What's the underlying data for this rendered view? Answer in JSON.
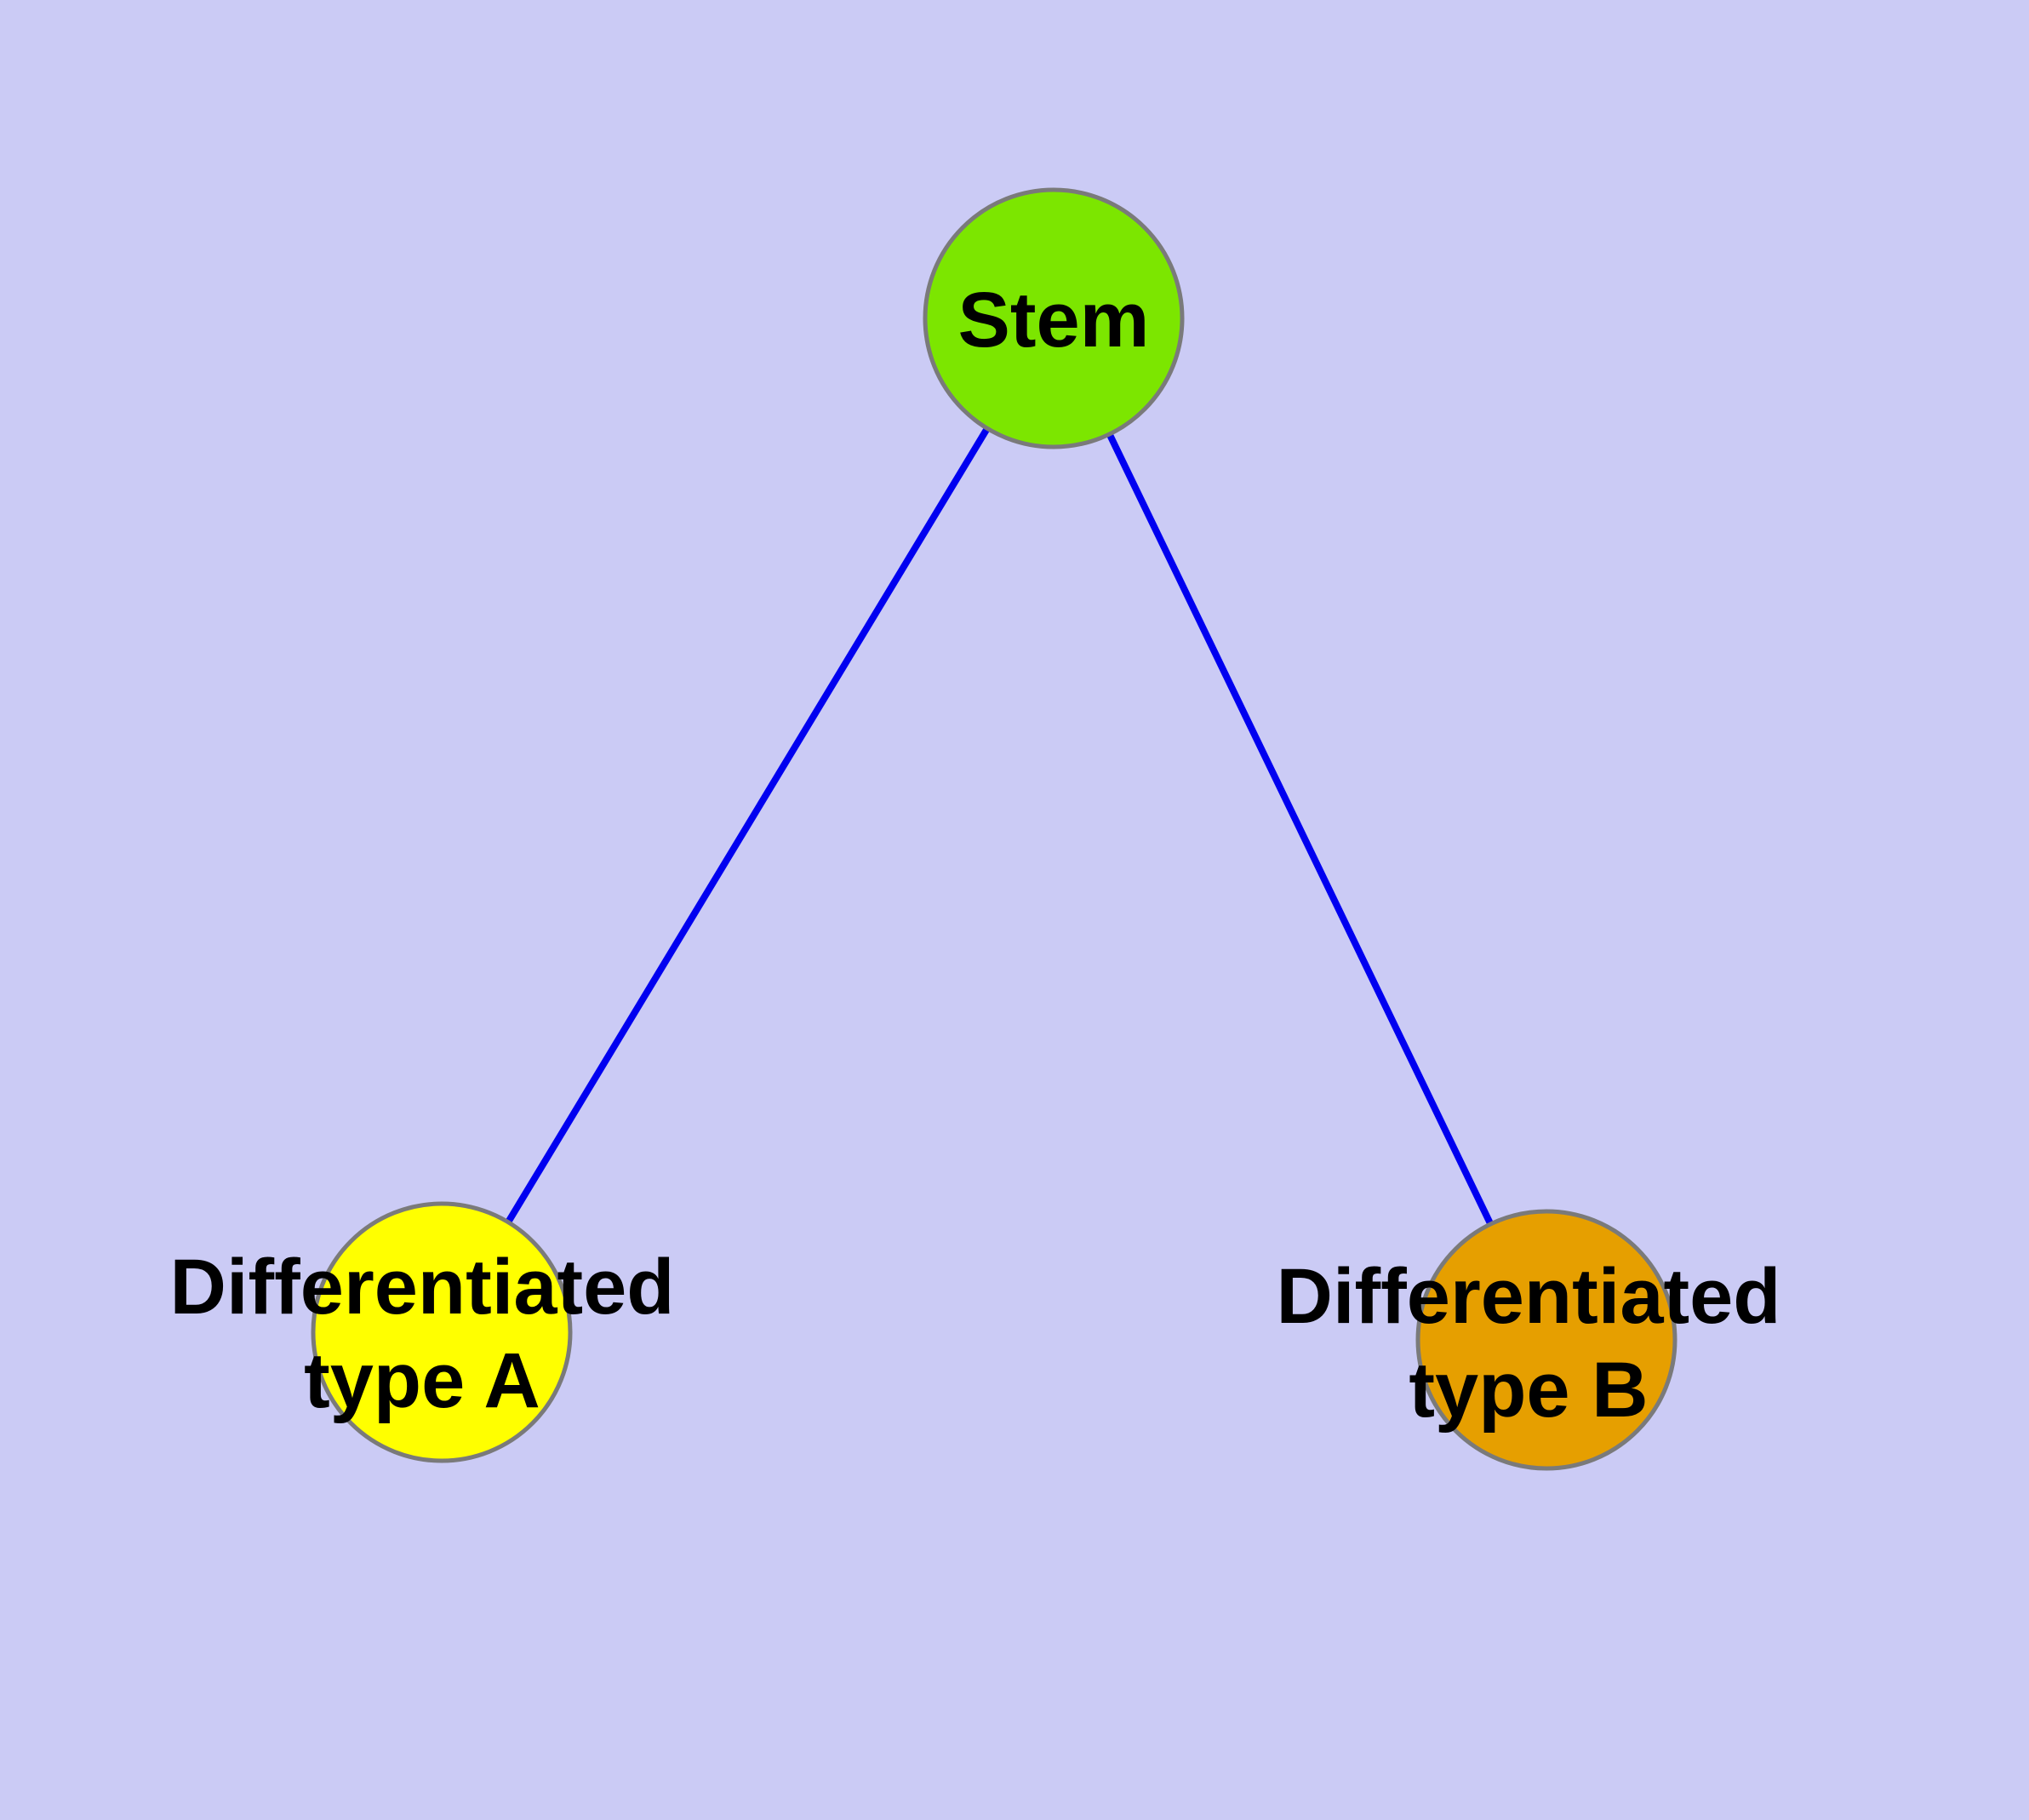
{
  "diagram": {
    "title": "",
    "background_color": "#CBCBF5",
    "edge_color": "#0000F0",
    "node_border_color": "#7A7A7A",
    "text_color": "#000000",
    "nodes": {
      "stem": {
        "label": "Stem",
        "fill": "#7CE600"
      },
      "type_a": {
        "label_line1": "Differentiated",
        "label_line2": "type A",
        "fill": "#FFFF00"
      },
      "type_b": {
        "label_line1": "Differentiated",
        "label_line2": "type B",
        "fill": "#E69F00"
      }
    },
    "edges": [
      {
        "from": "Stem",
        "to": "Differentiated type A"
      },
      {
        "from": "Stem",
        "to": "Differentiated type B"
      }
    ]
  }
}
